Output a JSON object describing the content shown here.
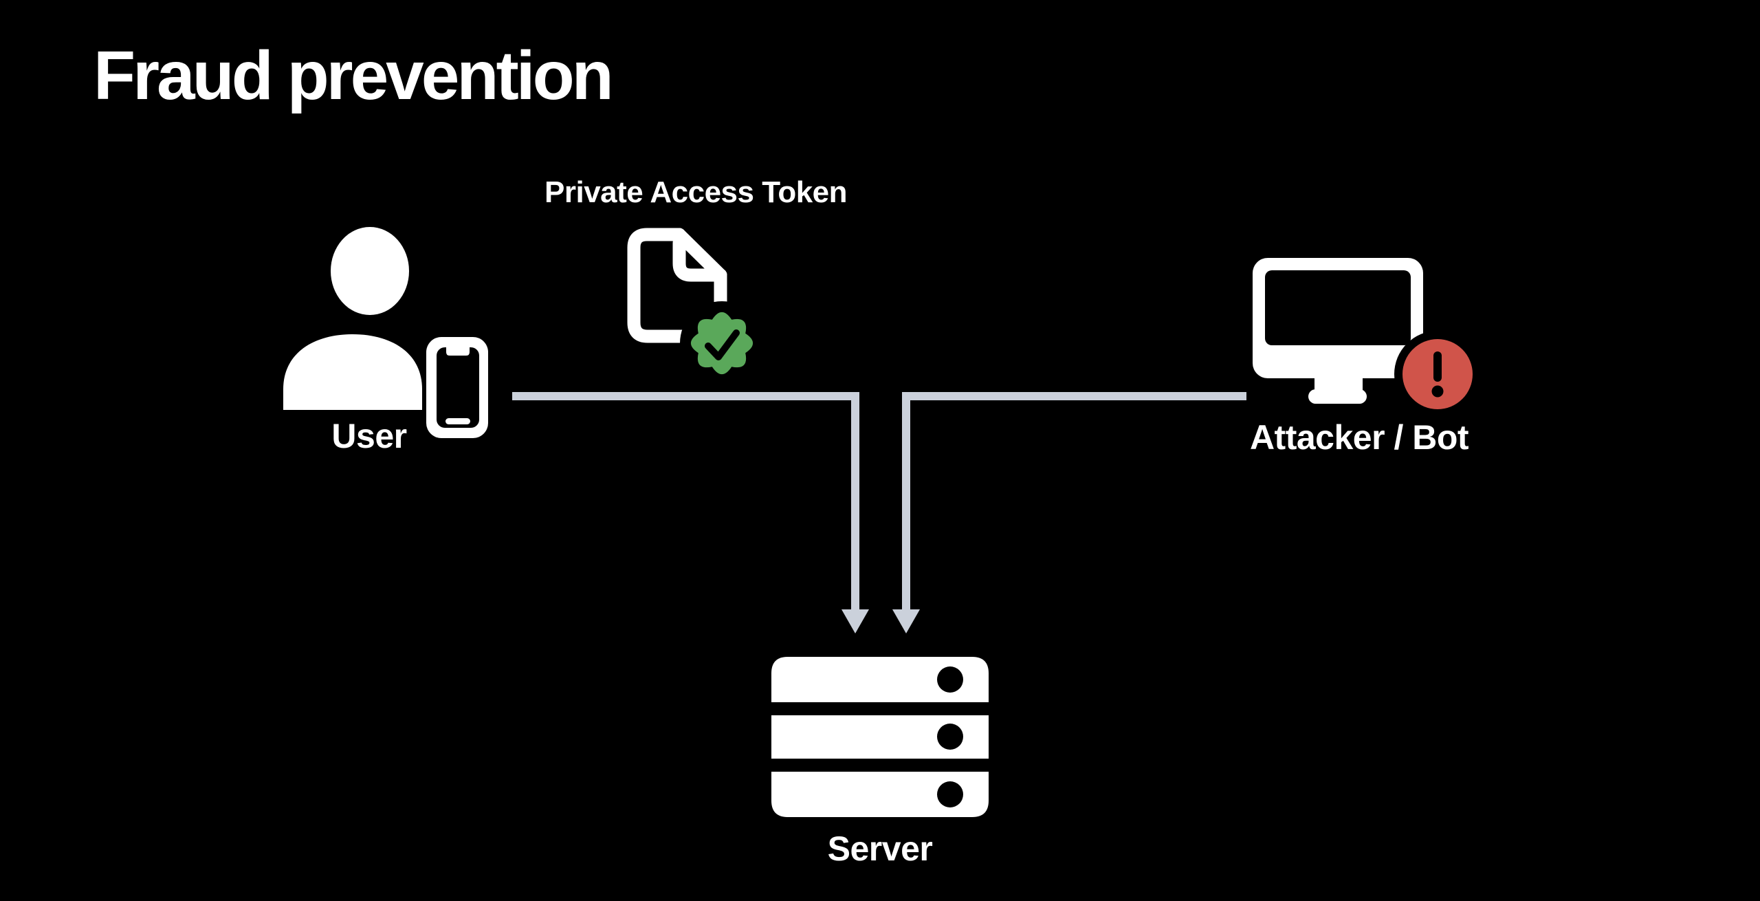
{
  "title": "Fraud prevention",
  "diagram": {
    "token_label": "Private Access Token",
    "user_label": "User",
    "attacker_label": "Attacker / Bot",
    "server_label": "Server"
  },
  "colors": {
    "background": "#000000",
    "icon_white": "#ffffff",
    "connector": "#cbd1db",
    "verified_green": "#5aa85a",
    "alert_red": "#d0544a"
  }
}
